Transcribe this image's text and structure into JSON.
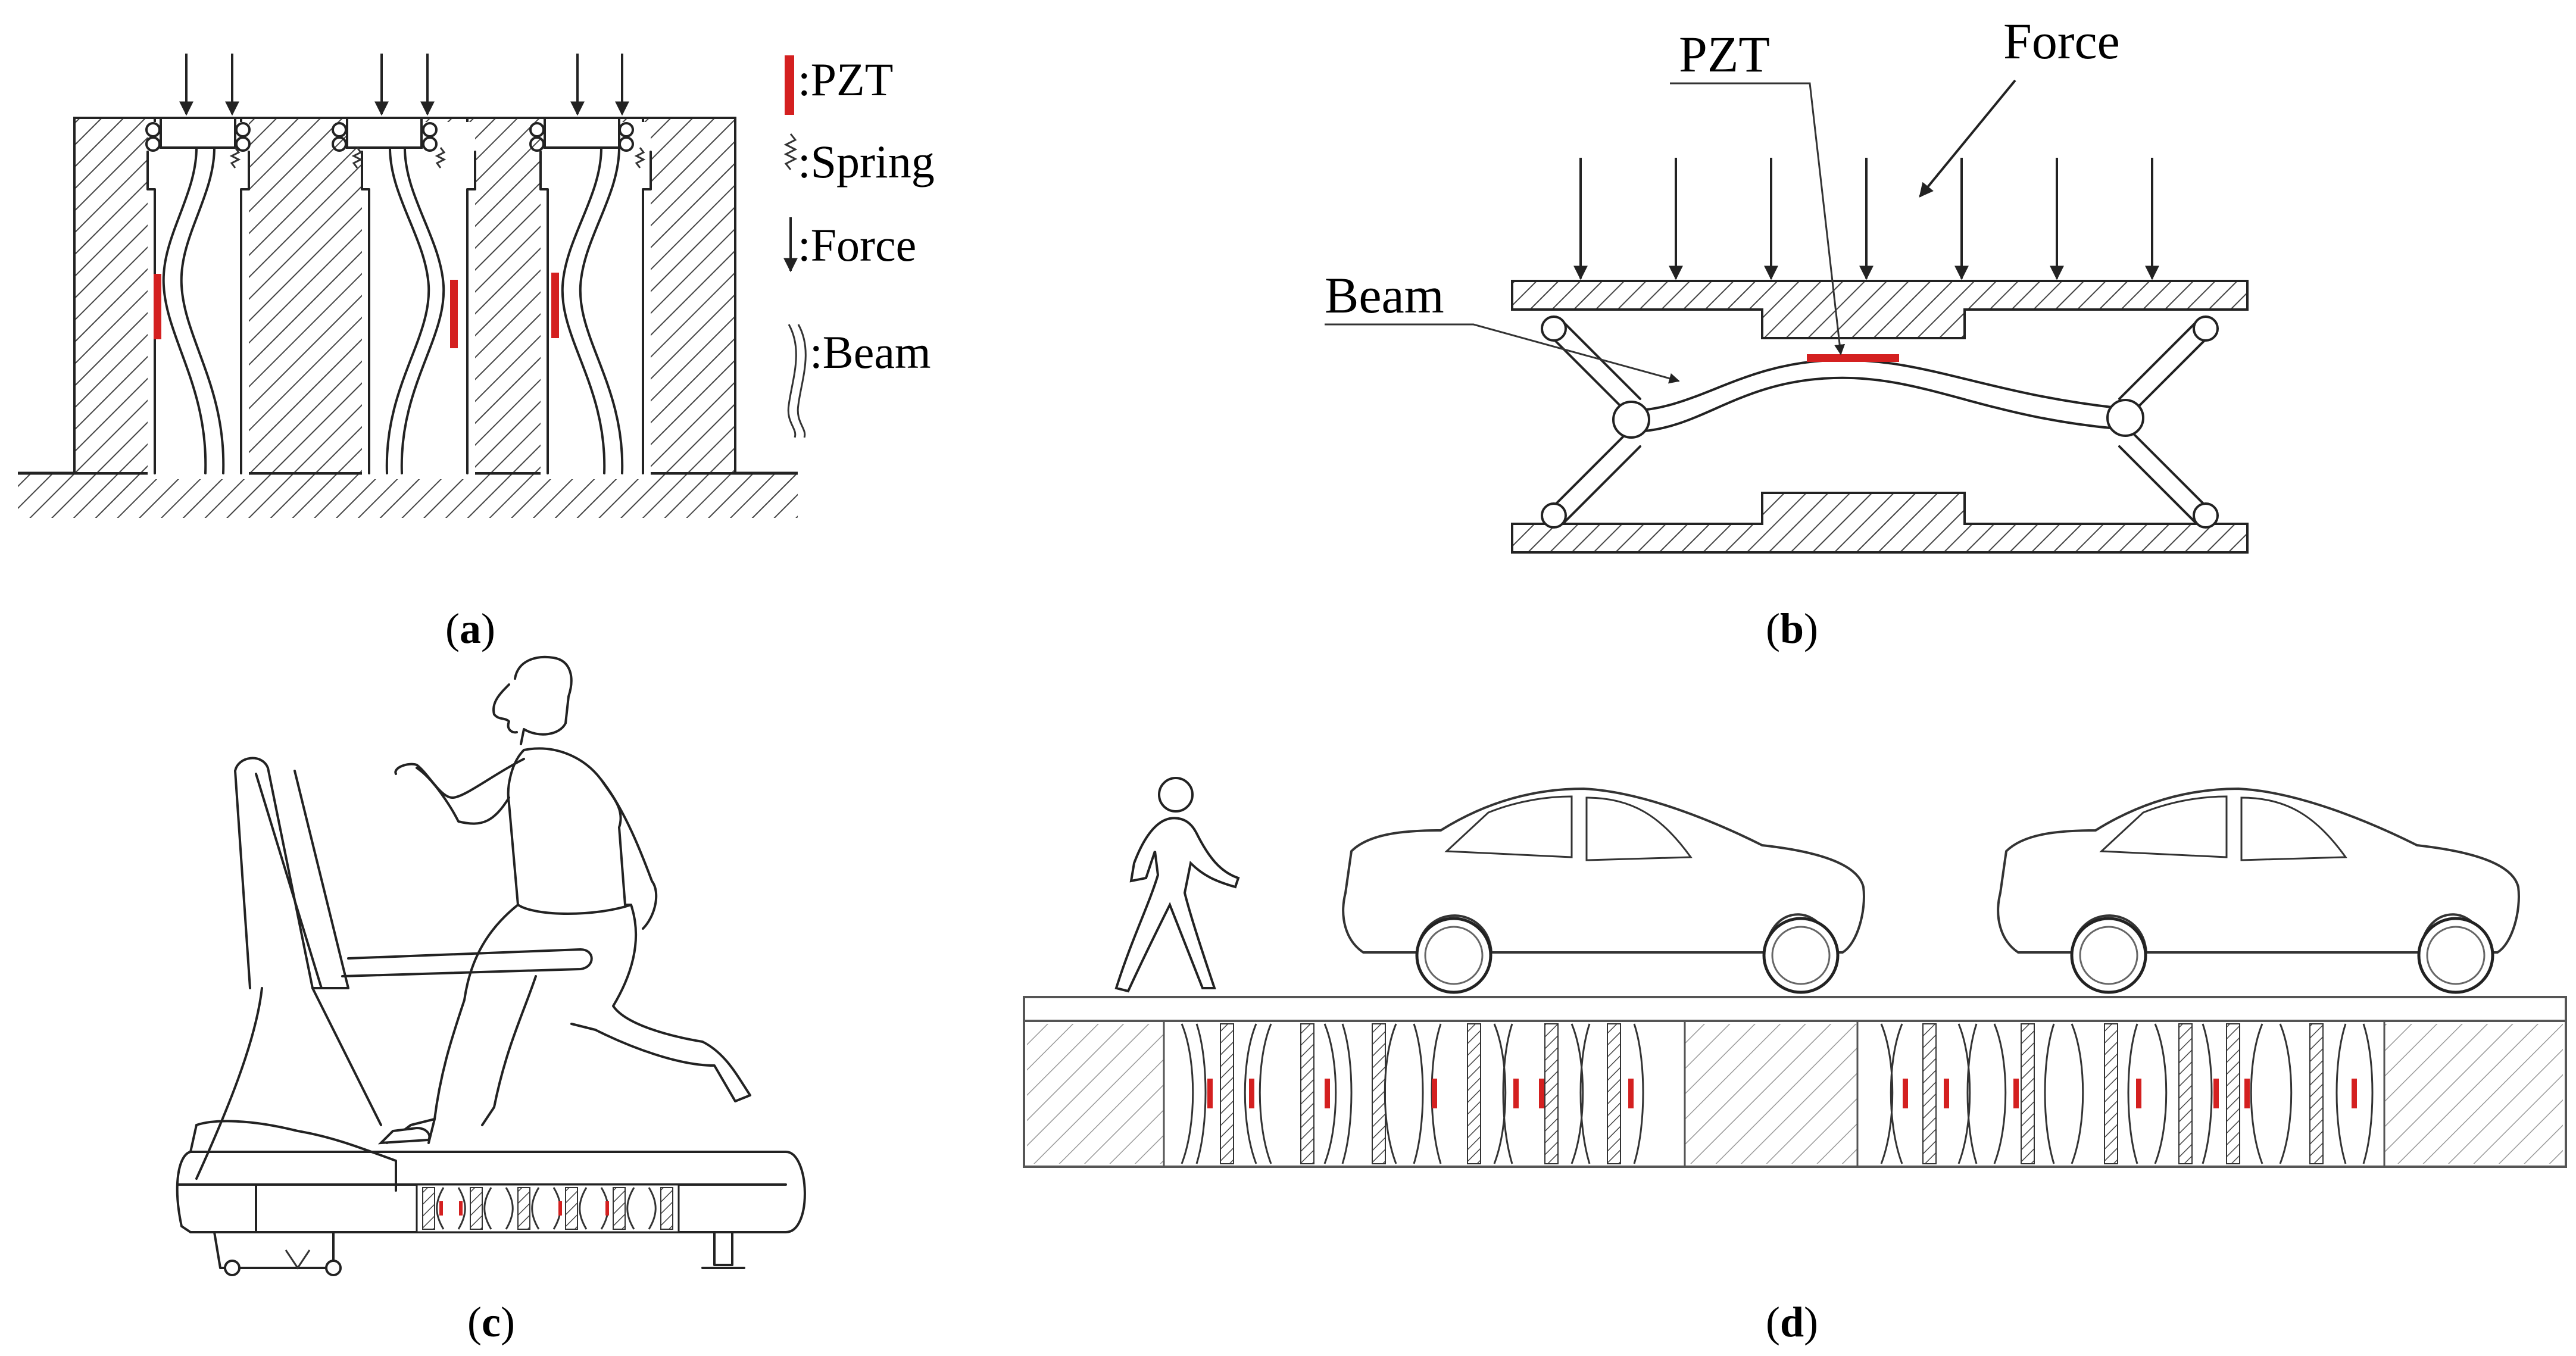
{
  "panel_a": {
    "caption": "a",
    "legend": [
      {
        "symbol": "red-bar",
        "text": ":PZT"
      },
      {
        "symbol": "spring",
        "text": ":Spring"
      },
      {
        "symbol": "arrow",
        "text": ":Force"
      },
      {
        "symbol": "beam",
        "text": ":Beam"
      }
    ]
  },
  "panel_b": {
    "caption": "b",
    "labels": {
      "pzt": "PZT",
      "force": "Force",
      "beam": "Beam"
    }
  },
  "panel_c": {
    "caption": "c"
  },
  "panel_d": {
    "caption": "d"
  },
  "colors": {
    "pzt": "#d42020",
    "stroke": "#222222",
    "hatch": "#444444"
  }
}
